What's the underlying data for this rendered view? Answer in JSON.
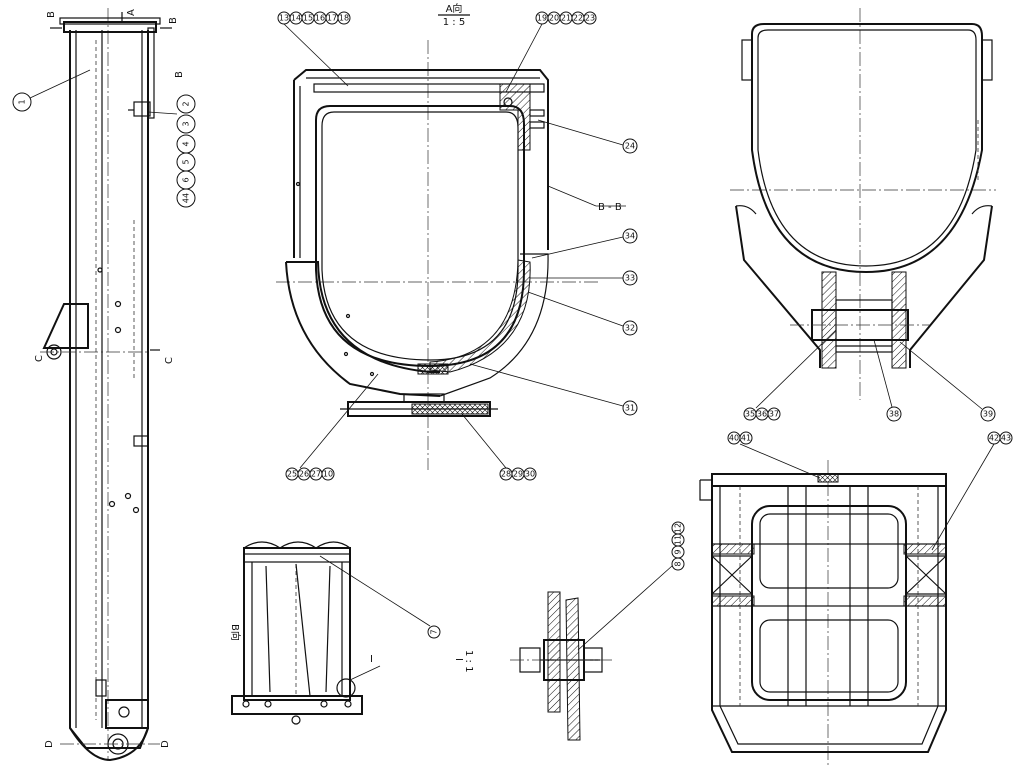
{
  "view_a": {
    "title": "A向",
    "scale": "1 : 5"
  },
  "section_bb": {
    "label": "B - B"
  },
  "section_marks": {
    "a": "A",
    "b": "B",
    "c": "C",
    "d": "D",
    "i": "I"
  },
  "view_b": {
    "label": "B向"
  },
  "detail_i": {
    "label": "I",
    "scale": "1 : 1"
  },
  "balloons": {
    "b1": "1",
    "b2": "2",
    "b3": "3",
    "b4": "4",
    "b5": "5",
    "b6": "6",
    "b44": "44",
    "b7": "7",
    "b8": "8",
    "b9": "9",
    "b11": "11",
    "b12": "12",
    "b13": "13",
    "b14": "14",
    "b15": "15",
    "b16": "16",
    "b17": "17",
    "b18": "18",
    "b19": "19",
    "b20": "20",
    "b21": "21",
    "b22": "22",
    "b23": "23",
    "b24": "24",
    "b34": "34",
    "b33": "33",
    "b32": "32",
    "b31": "31",
    "b25": "25",
    "b26": "26",
    "b27": "27",
    "b10": "10",
    "b28": "28",
    "b29": "29",
    "b30": "30",
    "b35": "35",
    "b36": "36",
    "b37": "37",
    "b38": "38",
    "b39": "39",
    "b40": "40",
    "b41": "41",
    "b42": "42",
    "b43": "43"
  }
}
